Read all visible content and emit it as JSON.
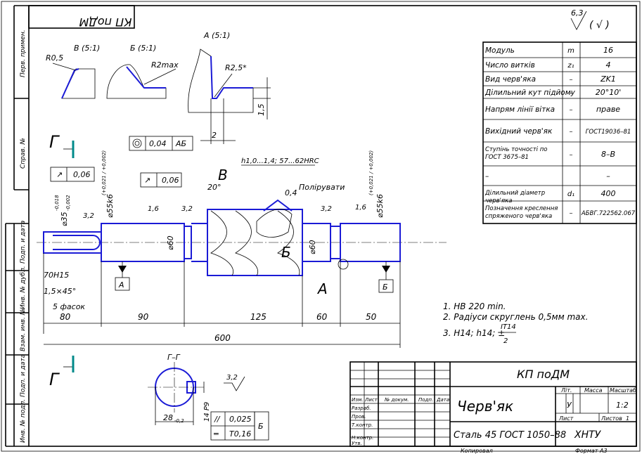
{
  "stamp_top": "КП поДМ",
  "roughness_general": "6,3",
  "roughness_general_paren": "( √ )",
  "margin_labels": [
    "Перв. примен.",
    "Справ. №",
    "Подп. и дата",
    "Инв. № дубл.",
    "Взам. инв. №",
    "Подп. и дата",
    "Инв. № подл."
  ],
  "details": {
    "v_title": "В (5:1)",
    "v_radius": "R0,5",
    "b_title": "Б (5:1)",
    "b_radius": "R2max",
    "a_title": "А (5:1)",
    "a_radius": "R2,5*",
    "a_dim_h": "2",
    "a_dim_v": "1,5"
  },
  "section_marks": {
    "g_top": "Г",
    "g_bottom": "Г",
    "v": "В",
    "b": "Б",
    "a": "А"
  },
  "annotations": {
    "runout_1": "0,06",
    "runout_2": "0,06",
    "concentric_value": "0,04",
    "concentric_base": "АБ",
    "hardening": "h1,0...1,4; 57...62HRC",
    "polish": "Полірувати",
    "polish_rough": "0,4",
    "angle": "20°",
    "d35": "⌀35",
    "d35_tol_up": "-0,018",
    "d35_tol_low": "-0,002",
    "d55_left": "⌀55k6",
    "d55_left_tol": "(+0,021 / +0,002)",
    "d55_right": "⌀55k6",
    "d55_right_tol": "(+0,021 / +0,002)",
    "d60_left": "⌀60",
    "d60_right": "⌀60",
    "rough_32_a": "3,2",
    "rough_16_a": "1,6",
    "rough_32_b": "3,2",
    "rough_32_c": "3,2",
    "rough_16_b": "1,6",
    "rough_32_d": "3,2",
    "key": "70H15",
    "chamfer": "1,5×45°",
    "chamfer_note": "5 фасок",
    "base_a": "А",
    "base_b": "Б"
  },
  "dimensions": {
    "d80": "80",
    "d90": "90",
    "d125": "125",
    "d60": "60",
    "d50": "50",
    "d600": "600"
  },
  "section_view": {
    "title": "Г–Г",
    "dim_28": "28",
    "dim_28_tol": "-0,2",
    "dim_14": "14 P9",
    "par_value": "0,025",
    "sym_value": "T0,16",
    "base": "Б"
  },
  "notes": [
    "1. НВ 220 min.",
    "2. Радіуси скруглень 0,5мм max.",
    "3. H14; h14; ±",
    "IT14",
    "2"
  ],
  "params": [
    [
      "Модуль",
      "m",
      "16"
    ],
    [
      "Число витків",
      "z₁",
      "4"
    ],
    [
      "Вид черв'яка",
      "–",
      "ZK1"
    ],
    [
      "Ділильний кут підйому",
      "–",
      "20°10'"
    ],
    [
      "Напрям лінії вітка",
      "–",
      "праве"
    ],
    [
      "Вихідний черв'як",
      "–",
      "ГОСТ19036–81"
    ],
    [
      "Ступінь точності по ГОСТ 3675–81",
      "–",
      "8–В"
    ],
    [
      "–",
      "",
      "–"
    ],
    [
      "Ділильний діаметр черв'яка",
      "d₁",
      "400"
    ],
    [
      "Позначення креслення спряженого черв'яка",
      "–",
      "АБВГ.722562.067"
    ]
  ],
  "title_block": {
    "doc_code": "КП поДМ",
    "name": "Черв'як",
    "material": "Сталь 45 ГОСТ 1050–88",
    "org": "ХНТУ",
    "lit_label": "Літ.",
    "mass_label": "Масса",
    "scale_label": "Масштаб",
    "lit_value": "У",
    "scale_value": "1:2",
    "sheet_label": "Лист",
    "sheets_label": "Листов",
    "sheets_value": "1",
    "col_labels": [
      "Изм.",
      "Лист",
      "№ докум.",
      "Подп.",
      "Дата"
    ],
    "row_labels": [
      "Разраб.",
      "Пров.",
      "Т.контр.",
      "",
      "Н.контр.",
      "Утв."
    ],
    "copied": "Копировал",
    "format": "Формат   А3"
  }
}
